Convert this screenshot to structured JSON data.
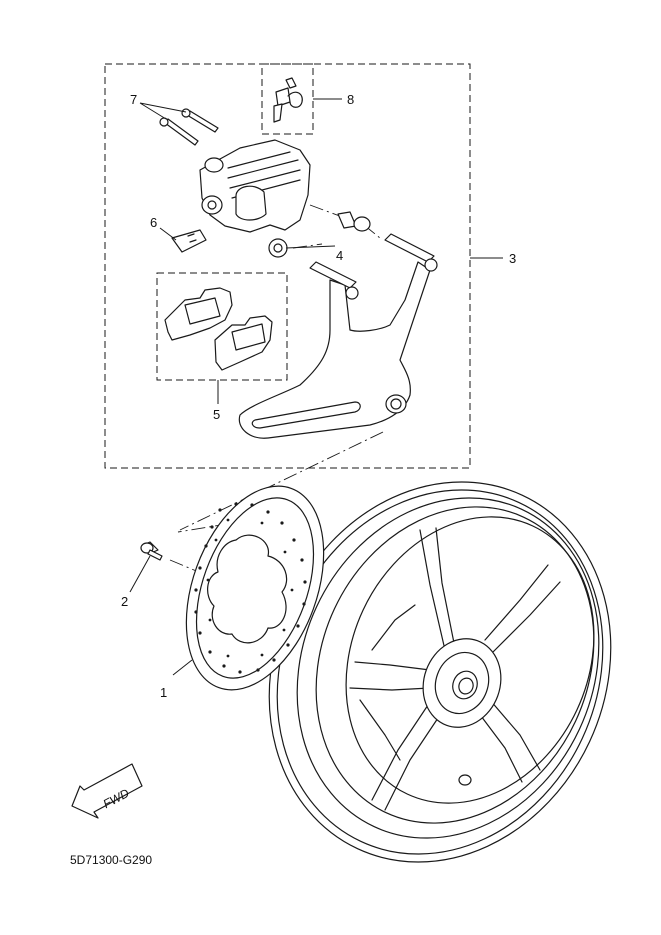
{
  "diagram": {
    "type": "exploded-parts-diagram",
    "callouts": [
      {
        "number": "1"
      },
      {
        "number": "2"
      },
      {
        "number": "3"
      },
      {
        "number": "4"
      },
      {
        "number": "5"
      },
      {
        "number": "6"
      },
      {
        "number": "7"
      },
      {
        "number": "8"
      }
    ],
    "direction_label": "FWD",
    "drawing_code": "5D71300-G290"
  }
}
